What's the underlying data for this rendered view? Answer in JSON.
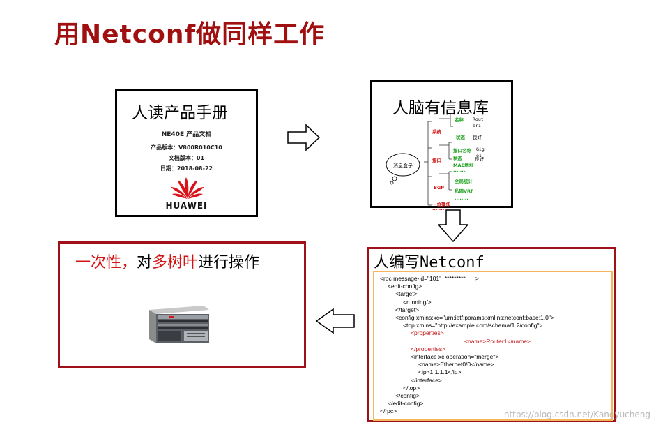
{
  "slide": {
    "title": "用Netconf做同样工作"
  },
  "manual_box": {
    "heading": "人读产品手册",
    "doc_title": "NE40E 产品文档",
    "product_version": "产品版本：V800R010C10",
    "doc_version": "文档版本：01",
    "date": "日期：2018-08-22",
    "brand": "HUAWEI",
    "logo_color": "#d7141a"
  },
  "brain_box": {
    "heading": "人脑有信息库",
    "center": "消息盒子",
    "branches": [
      {
        "label": "系统",
        "children": [
          {
            "label": "名称",
            "value": "Rout er1"
          },
          {
            "label": "状态",
            "value": "良好"
          }
        ]
      },
      {
        "label": "接口",
        "children": [
          {
            "label": "接口名称",
            "value": "Gig e1"
          },
          {
            "label": "状态",
            "value": "良好"
          },
          {
            "label": "MAC地址",
            "value": ""
          },
          {
            "label": "........",
            "value": ""
          }
        ]
      },
      {
        "label": "BGP",
        "children": [
          {
            "label": "全局统计",
            "value": ""
          },
          {
            "label": "私网VRF",
            "value": ""
          },
          {
            "label": "........",
            "value": ""
          }
        ]
      },
      {
        "label": "一位操作",
        "children": []
      },
      {
        "label": "........",
        "children": []
      }
    ]
  },
  "operation_box": {
    "part1": "一次性，",
    "part2": "对",
    "part3": "多树叶",
    "part4": "进行操作"
  },
  "netconf_box": {
    "heading_prefix": "人编写",
    "heading_mono": "Netconf",
    "xml_lines": [
      {
        "indent": 0,
        "text": "<rpc message-id=\"101\"  *********      >",
        "red": false
      },
      {
        "indent": 1,
        "text": "<edit-config>",
        "red": false
      },
      {
        "indent": 2,
        "text": "<target>",
        "red": false
      },
      {
        "indent": 3,
        "text": "<running/>",
        "red": false
      },
      {
        "indent": 2,
        "text": "</target>",
        "red": false
      },
      {
        "indent": 2,
        "text": "<config xmlns:xc=\"urn:ietf:params:xml:ns:netconf:base:1.0\">",
        "red": false
      },
      {
        "indent": 3,
        "text": "<top xmlns=\"http://example.com/schema/1.2/config\">",
        "red": false
      },
      {
        "indent": 4,
        "text": "<properties>",
        "red": true
      },
      {
        "indent": 11,
        "text": "<name>Router1</name>",
        "red": true
      },
      {
        "indent": 4,
        "text": "</properties>",
        "red": true
      },
      {
        "indent": 4,
        "text": "<interface xc:operation=\"merge\">",
        "red": false
      },
      {
        "indent": 5,
        "text": "<name>Ethernet0/0</name>",
        "red": false
      },
      {
        "indent": 5,
        "text": "<ip>1.1.1.1</ip>",
        "red": false
      },
      {
        "indent": 4,
        "text": "</interface>",
        "red": false
      },
      {
        "indent": 3,
        "text": "</top>",
        "red": false
      },
      {
        "indent": 2,
        "text": "</config>",
        "red": false
      },
      {
        "indent": 1,
        "text": "</edit-config>",
        "red": false
      },
      {
        "indent": 0,
        "text": "</rpc>",
        "red": false
      }
    ]
  },
  "watermark": "https://blog.csdn.net/Kangyucheng",
  "colors": {
    "title": "#a01010",
    "accent_red": "#d41414",
    "frame_red": "#a01018",
    "inner_orange": "#f5b75a",
    "mindmap_green": "#1aa01a"
  },
  "icons": [
    "right-arrow-icon",
    "down-arrow-icon",
    "left-arrow-icon",
    "huawei-logo",
    "router-device-image",
    "thought-bubble-icon"
  ]
}
